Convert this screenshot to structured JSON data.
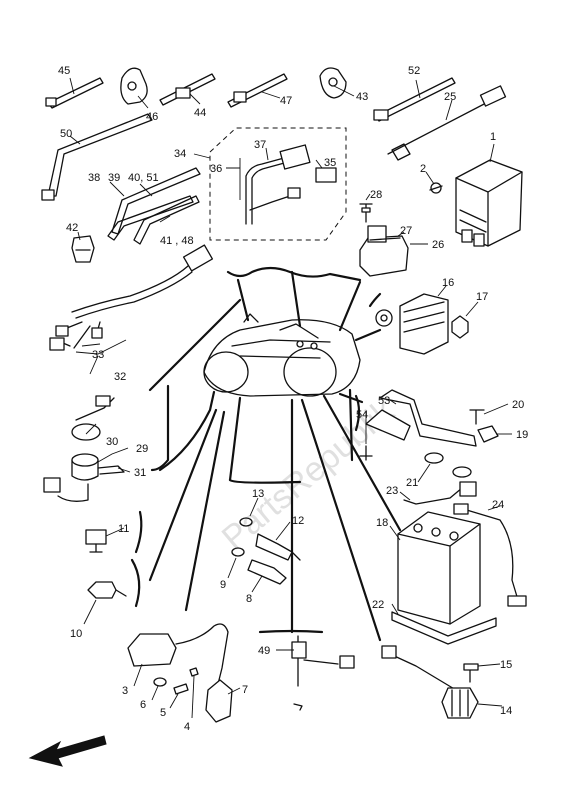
{
  "watermark": "PartsRepublik",
  "callouts": [
    {
      "id": "c1",
      "label": "1"
    },
    {
      "id": "c2",
      "label": "2"
    },
    {
      "id": "c3",
      "label": "3"
    },
    {
      "id": "c4",
      "label": "4"
    },
    {
      "id": "c5",
      "label": "5"
    },
    {
      "id": "c6",
      "label": "6"
    },
    {
      "id": "c7",
      "label": "7"
    },
    {
      "id": "c8",
      "label": "8"
    },
    {
      "id": "c9",
      "label": "9"
    },
    {
      "id": "c10",
      "label": "10"
    },
    {
      "id": "c11",
      "label": "11"
    },
    {
      "id": "c12",
      "label": "12"
    },
    {
      "id": "c13",
      "label": "13"
    },
    {
      "id": "c14",
      "label": "14"
    },
    {
      "id": "c15",
      "label": "15"
    },
    {
      "id": "c16",
      "label": "16"
    },
    {
      "id": "c17",
      "label": "17"
    },
    {
      "id": "c18",
      "label": "18"
    },
    {
      "id": "c19",
      "label": "19"
    },
    {
      "id": "c20",
      "label": "20"
    },
    {
      "id": "c21",
      "label": "21"
    },
    {
      "id": "c22",
      "label": "22"
    },
    {
      "id": "c23",
      "label": "23"
    },
    {
      "id": "c24",
      "label": "24"
    },
    {
      "id": "c25",
      "label": "25"
    },
    {
      "id": "c26",
      "label": "26"
    },
    {
      "id": "c27",
      "label": "27"
    },
    {
      "id": "c28",
      "label": "28"
    },
    {
      "id": "c29",
      "label": "29"
    },
    {
      "id": "c30",
      "label": "30"
    },
    {
      "id": "c31",
      "label": "31"
    },
    {
      "id": "c32",
      "label": "32"
    },
    {
      "id": "c33",
      "label": "33"
    },
    {
      "id": "c34",
      "label": "34"
    },
    {
      "id": "c35",
      "label": "35"
    },
    {
      "id": "c36",
      "label": "36"
    },
    {
      "id": "c37",
      "label": "37"
    },
    {
      "id": "c38",
      "label": "38"
    },
    {
      "id": "c39",
      "label": "39"
    },
    {
      "id": "c40_51",
      "label": "40, 51"
    },
    {
      "id": "c41_48",
      "label": "41 , 48"
    },
    {
      "id": "c42",
      "label": "42"
    },
    {
      "id": "c43",
      "label": "43"
    },
    {
      "id": "c44",
      "label": "44"
    },
    {
      "id": "c45",
      "label": "45"
    },
    {
      "id": "c46",
      "label": "46"
    },
    {
      "id": "c47",
      "label": "47"
    },
    {
      "id": "c49",
      "label": "49"
    },
    {
      "id": "c50",
      "label": "50"
    },
    {
      "id": "c52",
      "label": "52"
    },
    {
      "id": "c53",
      "label": "53"
    },
    {
      "id": "c54",
      "label": "54"
    }
  ],
  "icons": {
    "direction_arrow": "front-direction-arrow-icon"
  }
}
